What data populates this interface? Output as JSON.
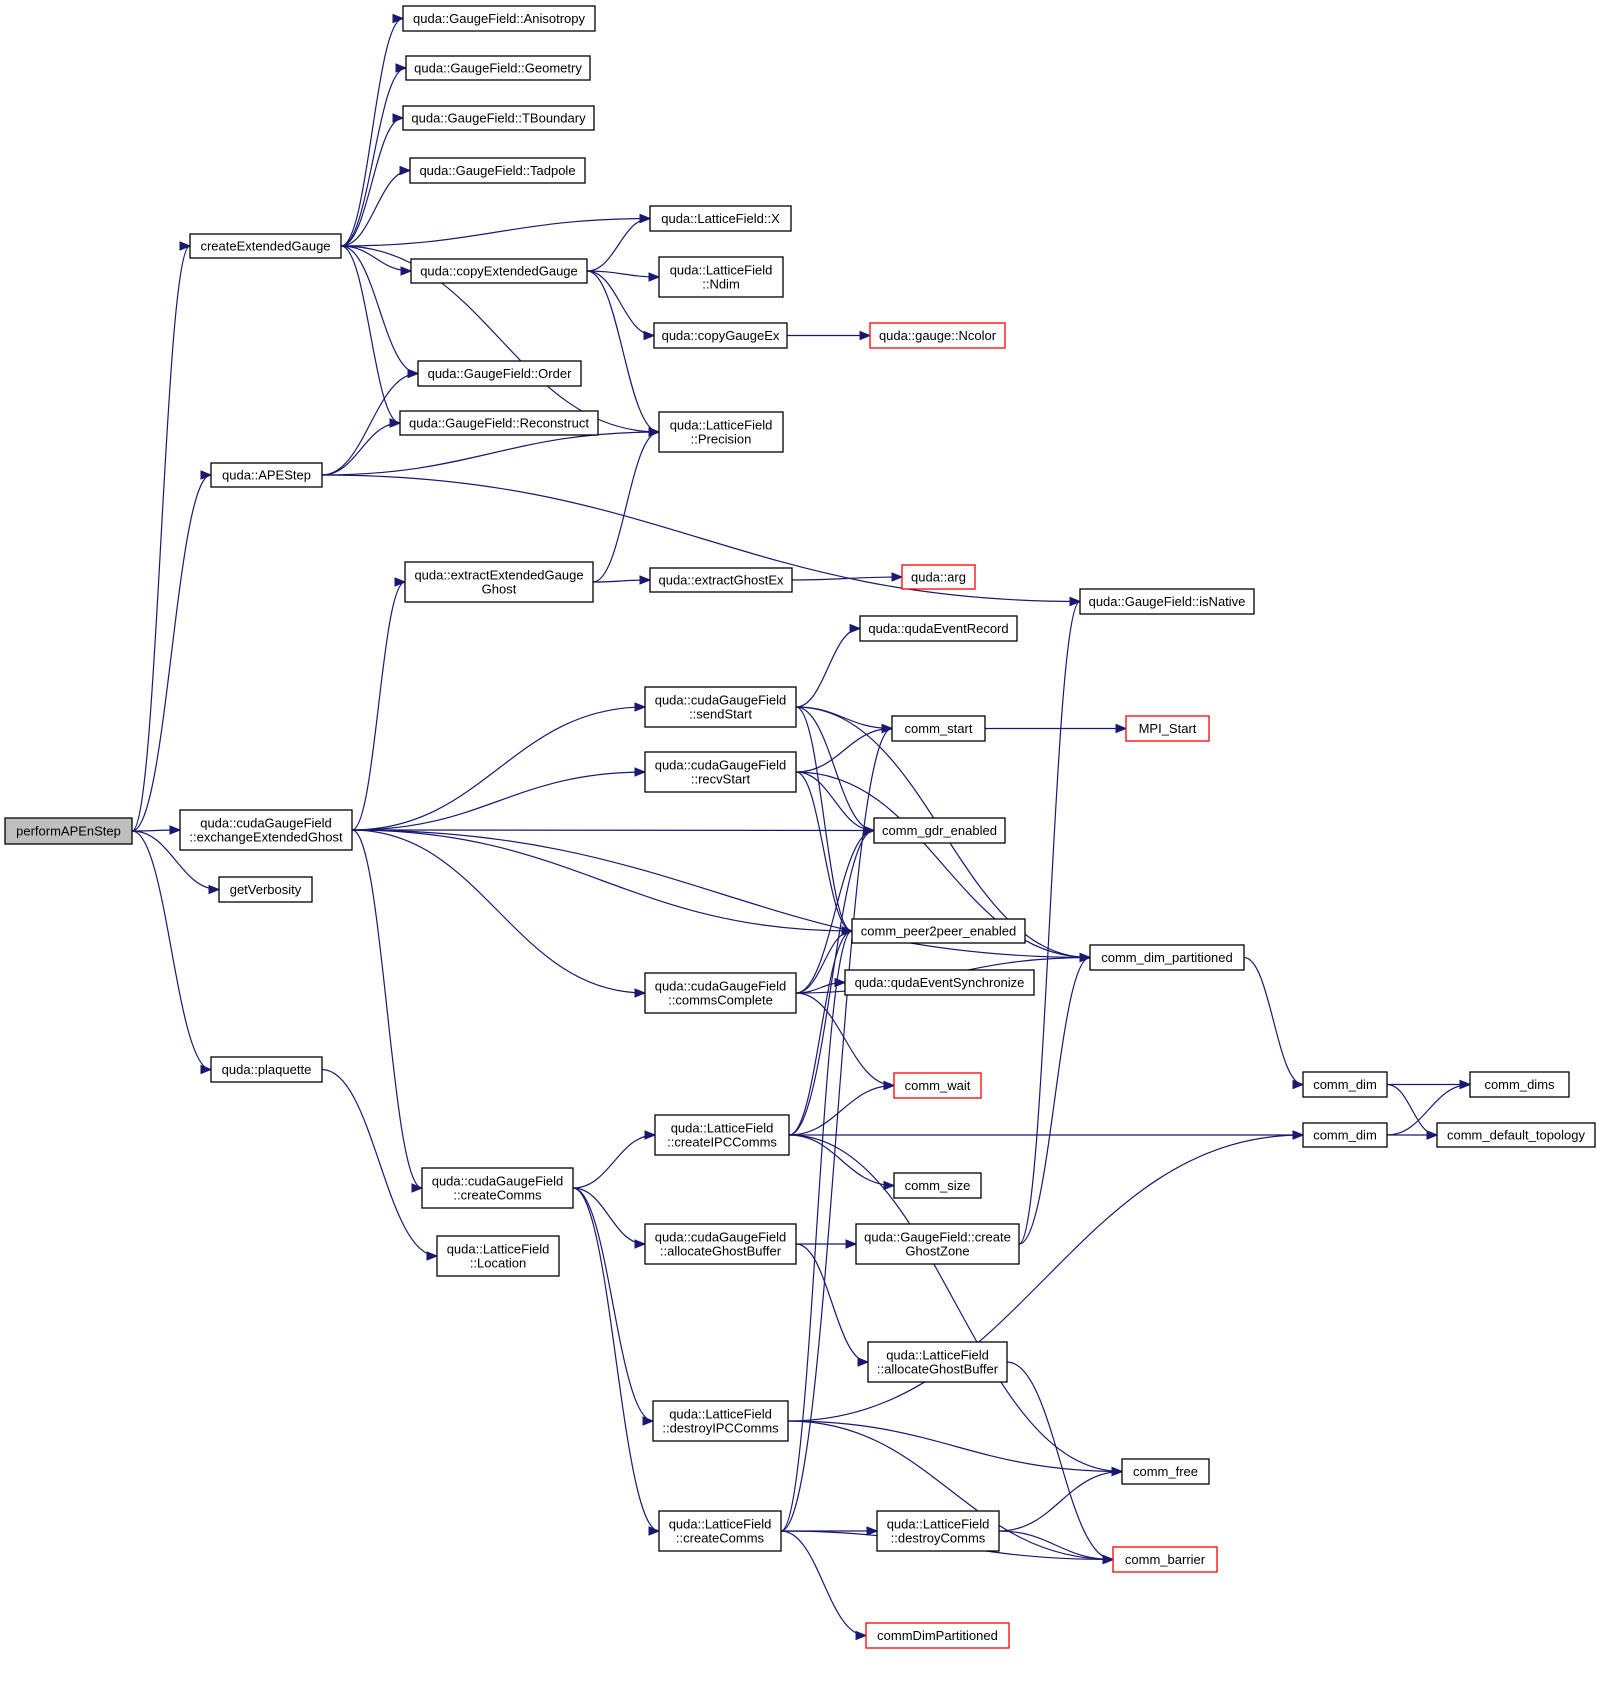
{
  "nodes": {
    "performAPEnStep": {
      "lines": [
        "performAPEnStep"
      ],
      "style": "root"
    },
    "createExtendedGauge": {
      "lines": [
        "createExtendedGauge"
      ]
    },
    "apeStep": {
      "lines": [
        "quda::APEStep"
      ]
    },
    "exchangeExtendedGhost": {
      "lines": [
        "quda::cudaGaugeField",
        "::exchangeExtendedGhost"
      ]
    },
    "getVerbosity": {
      "lines": [
        "getVerbosity"
      ]
    },
    "plaquette": {
      "lines": [
        "quda::plaquette"
      ]
    },
    "anisotropy": {
      "lines": [
        "quda::GaugeField::Anisotropy"
      ]
    },
    "geometry": {
      "lines": [
        "quda::GaugeField::Geometry"
      ]
    },
    "tboundary": {
      "lines": [
        "quda::GaugeField::TBoundary"
      ]
    },
    "tadpole": {
      "lines": [
        "quda::GaugeField::Tadpole"
      ]
    },
    "latticeX": {
      "lines": [
        "quda::LatticeField::X"
      ]
    },
    "copyExtendedGauge": {
      "lines": [
        "quda::copyExtendedGauge"
      ]
    },
    "ndim": {
      "lines": [
        "quda::LatticeField",
        "::Ndim"
      ]
    },
    "copyGaugeEx": {
      "lines": [
        "quda::copyGaugeEx"
      ]
    },
    "ncolor": {
      "lines": [
        "quda::gauge::Ncolor"
      ],
      "style": "red"
    },
    "order": {
      "lines": [
        "quda::GaugeField::Order"
      ]
    },
    "reconstruct": {
      "lines": [
        "quda::GaugeField::Reconstruct"
      ]
    },
    "precision": {
      "lines": [
        "quda::LatticeField",
        "::Precision"
      ]
    },
    "extractExtendedGaugeGhost": {
      "lines": [
        "quda::extractExtendedGauge",
        "Ghost"
      ]
    },
    "extractGhostEx": {
      "lines": [
        "quda::extractGhostEx"
      ]
    },
    "arg": {
      "lines": [
        "quda::arg"
      ],
      "style": "red"
    },
    "isNative": {
      "lines": [
        "quda::GaugeField::isNative"
      ]
    },
    "qudaEventRecord": {
      "lines": [
        "quda::qudaEventRecord"
      ]
    },
    "sendStart": {
      "lines": [
        "quda::cudaGaugeField",
        "::sendStart"
      ]
    },
    "commStart": {
      "lines": [
        "comm_start"
      ]
    },
    "mpiStart": {
      "lines": [
        "MPI_Start"
      ],
      "style": "red"
    },
    "recvStart": {
      "lines": [
        "quda::cudaGaugeField",
        "::recvStart"
      ]
    },
    "commGdrEnabled": {
      "lines": [
        "comm_gdr_enabled"
      ]
    },
    "commPeer2peerEnabled": {
      "lines": [
        "comm_peer2peer_enabled"
      ]
    },
    "commDimPartitioned": {
      "lines": [
        "comm_dim_partitioned"
      ]
    },
    "commsComplete": {
      "lines": [
        "quda::cudaGaugeField",
        "::commsComplete"
      ]
    },
    "qudaEventSynchronize": {
      "lines": [
        "quda::qudaEventSynchronize"
      ]
    },
    "commWait": {
      "lines": [
        "comm_wait"
      ],
      "style": "red"
    },
    "commDim1": {
      "lines": [
        "comm_dim"
      ]
    },
    "commDims": {
      "lines": [
        "comm_dims"
      ]
    },
    "commDim2": {
      "lines": [
        "comm_dim"
      ]
    },
    "commDefaultTopology": {
      "lines": [
        "comm_default_topology"
      ]
    },
    "createIPCComms": {
      "lines": [
        "quda::LatticeField",
        "::createIPCComms"
      ]
    },
    "commSize": {
      "lines": [
        "comm_size"
      ]
    },
    "cgfCreateComms": {
      "lines": [
        "quda::cudaGaugeField",
        "::createComms"
      ]
    },
    "location": {
      "lines": [
        "quda::LatticeField",
        "::Location"
      ]
    },
    "cgfAllocateGhostBuffer": {
      "lines": [
        "quda::cudaGaugeField",
        "::allocateGhostBuffer"
      ]
    },
    "createGhostZone": {
      "lines": [
        "quda::GaugeField::create",
        "GhostZone"
      ]
    },
    "lfAllocateGhostBuffer": {
      "lines": [
        "quda::LatticeField",
        "::allocateGhostBuffer"
      ]
    },
    "destroyIPCComms": {
      "lines": [
        "quda::LatticeField",
        "::destroyIPCComms"
      ]
    },
    "commFree": {
      "lines": [
        "comm_free"
      ]
    },
    "lfCreateComms": {
      "lines": [
        "quda::LatticeField",
        "::createComms"
      ]
    },
    "destroyComms": {
      "lines": [
        "quda::LatticeField",
        "::destroyComms"
      ]
    },
    "commBarrier": {
      "lines": [
        "comm_barrier"
      ],
      "style": "red"
    },
    "commDimPartitionedCamel": {
      "lines": [
        "commDimPartitioned"
      ],
      "style": "red"
    }
  },
  "edges": [
    [
      "performAPEnStep",
      "createExtendedGauge"
    ],
    [
      "performAPEnStep",
      "apeStep"
    ],
    [
      "performAPEnStep",
      "exchangeExtendedGhost"
    ],
    [
      "performAPEnStep",
      "getVerbosity"
    ],
    [
      "performAPEnStep",
      "plaquette"
    ],
    [
      "createExtendedGauge",
      "anisotropy"
    ],
    [
      "createExtendedGauge",
      "geometry"
    ],
    [
      "createExtendedGauge",
      "tboundary"
    ],
    [
      "createExtendedGauge",
      "tadpole"
    ],
    [
      "createExtendedGauge",
      "latticeX"
    ],
    [
      "createExtendedGauge",
      "copyExtendedGauge"
    ],
    [
      "createExtendedGauge",
      "order"
    ],
    [
      "createExtendedGauge",
      "reconstruct"
    ],
    [
      "createExtendedGauge",
      "precision"
    ],
    [
      "copyExtendedGauge",
      "latticeX"
    ],
    [
      "copyExtendedGauge",
      "ndim"
    ],
    [
      "copyExtendedGauge",
      "copyGaugeEx"
    ],
    [
      "copyExtendedGauge",
      "precision"
    ],
    [
      "copyGaugeEx",
      "ncolor"
    ],
    [
      "apeStep",
      "order"
    ],
    [
      "apeStep",
      "reconstruct"
    ],
    [
      "apeStep",
      "precision"
    ],
    [
      "apeStep",
      "isNative"
    ],
    [
      "extractExtendedGaugeGhost",
      "precision"
    ],
    [
      "extractExtendedGaugeGhost",
      "extractGhostEx"
    ],
    [
      "extractGhostEx",
      "arg"
    ],
    [
      "exchangeExtendedGhost",
      "extractExtendedGaugeGhost"
    ],
    [
      "exchangeExtendedGhost",
      "sendStart"
    ],
    [
      "exchangeExtendedGhost",
      "recvStart"
    ],
    [
      "exchangeExtendedGhost",
      "commGdrEnabled"
    ],
    [
      "exchangeExtendedGhost",
      "commPeer2peerEnabled"
    ],
    [
      "exchangeExtendedGhost",
      "commDimPartitioned"
    ],
    [
      "exchangeExtendedGhost",
      "commsComplete"
    ],
    [
      "exchangeExtendedGhost",
      "cgfCreateComms"
    ],
    [
      "sendStart",
      "qudaEventRecord"
    ],
    [
      "sendStart",
      "commStart"
    ],
    [
      "sendStart",
      "commGdrEnabled"
    ],
    [
      "sendStart",
      "commPeer2peerEnabled"
    ],
    [
      "sendStart",
      "commDimPartitioned"
    ],
    [
      "recvStart",
      "commStart"
    ],
    [
      "recvStart",
      "commGdrEnabled"
    ],
    [
      "recvStart",
      "commPeer2peerEnabled"
    ],
    [
      "recvStart",
      "commDimPartitioned"
    ],
    [
      "commStart",
      "mpiStart"
    ],
    [
      "commsComplete",
      "commGdrEnabled"
    ],
    [
      "commsComplete",
      "commPeer2peerEnabled"
    ],
    [
      "commsComplete",
      "qudaEventSynchronize"
    ],
    [
      "commsComplete",
      "commDimPartitioned"
    ],
    [
      "commsComplete",
      "commWait"
    ],
    [
      "commDimPartitioned",
      "commDim1"
    ],
    [
      "commDim1",
      "commDims"
    ],
    [
      "commDim1",
      "commDefaultTopology"
    ],
    [
      "commDim2",
      "commDims"
    ],
    [
      "commDim2",
      "commDefaultTopology"
    ],
    [
      "plaquette",
      "location"
    ],
    [
      "cgfCreateComms",
      "createIPCComms"
    ],
    [
      "cgfCreateComms",
      "cgfAllocateGhostBuffer"
    ],
    [
      "cgfCreateComms",
      "destroyIPCComms"
    ],
    [
      "cgfCreateComms",
      "lfCreateComms"
    ],
    [
      "createIPCComms",
      "commGdrEnabled"
    ],
    [
      "createIPCComms",
      "commPeer2peerEnabled"
    ],
    [
      "createIPCComms",
      "commWait"
    ],
    [
      "createIPCComms",
      "commDim2"
    ],
    [
      "createIPCComms",
      "commSize"
    ],
    [
      "createIPCComms",
      "commFree"
    ],
    [
      "cgfAllocateGhostBuffer",
      "createGhostZone"
    ],
    [
      "cgfAllocateGhostBuffer",
      "lfAllocateGhostBuffer"
    ],
    [
      "createGhostZone",
      "isNative"
    ],
    [
      "createGhostZone",
      "commDimPartitioned"
    ],
    [
      "lfAllocateGhostBuffer",
      "commBarrier"
    ],
    [
      "destroyIPCComms",
      "commDim2"
    ],
    [
      "destroyIPCComms",
      "commFree"
    ],
    [
      "destroyIPCComms",
      "commBarrier"
    ],
    [
      "lfCreateComms",
      "commStart"
    ],
    [
      "lfCreateComms",
      "commPeer2peerEnabled"
    ],
    [
      "lfCreateComms",
      "destroyComms"
    ],
    [
      "lfCreateComms",
      "commDimPartitionedCamel"
    ],
    [
      "lfCreateComms",
      "commBarrier"
    ],
    [
      "destroyComms",
      "commFree"
    ],
    [
      "destroyComms",
      "commBarrier"
    ]
  ]
}
